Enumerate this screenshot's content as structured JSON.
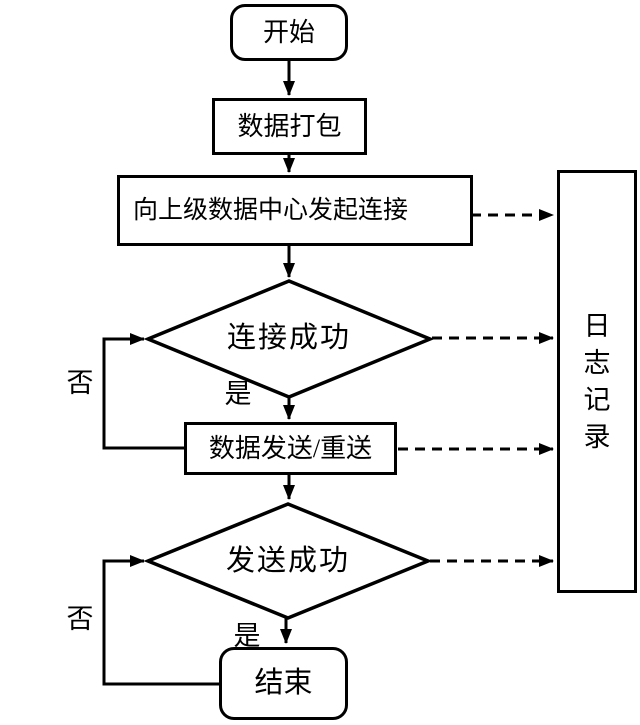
{
  "flowchart": {
    "nodes": {
      "start": {
        "label": "开始"
      },
      "pack": {
        "label": "数据打包"
      },
      "connect": {
        "label": "向上级数据中心发起连接"
      },
      "decision_connect": {
        "label": "连接成功"
      },
      "send": {
        "label": "数据发送/重送"
      },
      "decision_send": {
        "label": "发送成功"
      },
      "end": {
        "label": "结束"
      },
      "log": {
        "label": "日志记录",
        "chars": [
          "日",
          "志",
          "记",
          "录"
        ]
      }
    },
    "edge_labels": {
      "yes_connect": "是",
      "no_connect": "否",
      "yes_send": "是",
      "no_send": "否"
    },
    "colors": {
      "stroke": "#000000",
      "background": "#ffffff"
    }
  }
}
